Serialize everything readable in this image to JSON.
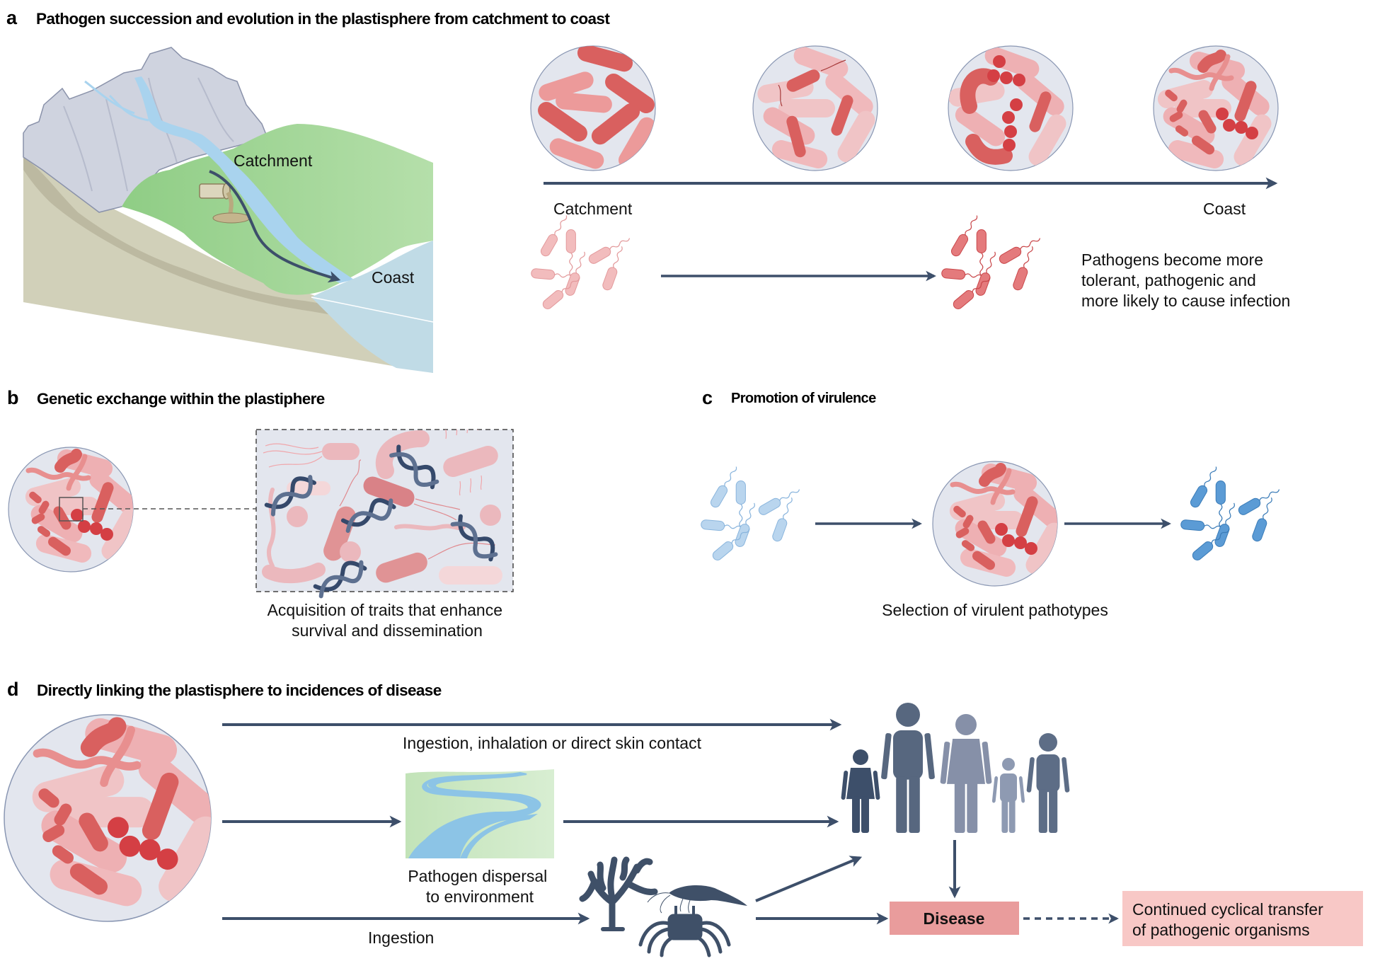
{
  "colors": {
    "arrow": "#3d4f6a",
    "petri_bg": "#e3e6ee",
    "petri_border": "#8a97b3",
    "bacteria_dark": "#d9605f",
    "bacteria_mid": "#e88f8f",
    "bacteria_light": "#f0b9bc",
    "bacteria_blue_light": "#a9cbe8",
    "bacteria_blue_dark": "#4f90c8",
    "dna": "#4a5c7c",
    "disease_box": "#e99c9c",
    "cyclical_box": "#f8c8c6",
    "people": [
      "#3d4f6a",
      "#57677f",
      "#8690a8",
      "#8e9ab2",
      "#5d6d86"
    ]
  },
  "panel_a": {
    "letter": "a",
    "title": "Pathogen succession and evolution in the plastisphere from catchment to coast",
    "map": {
      "catchment_label": "Catchment",
      "coast_label": "Coast",
      "icons": [
        "mountain-icon",
        "river-icon",
        "outflow-pipe-icon",
        "sea-icon"
      ]
    },
    "timeline": {
      "start_label": "Catchment",
      "end_label": "Coast",
      "stages": [
        {
          "name": "stage-1",
          "description": "rod-shaped bacteria"
        },
        {
          "name": "stage-2",
          "description": "flagellated bacteria"
        },
        {
          "name": "stage-3",
          "description": "cocci chains"
        },
        {
          "name": "stage-4",
          "description": "mixed pathogenic community"
        }
      ]
    },
    "outcome_text_lines": [
      "Pathogens become more",
      "tolerant, pathogenic and",
      "more likely to cause infection"
    ]
  },
  "panel_b": {
    "letter": "b",
    "title": "Genetic exchange within the plastiphere",
    "caption_lines": [
      "Acquisition of traits that enhance",
      "survival and dissemination"
    ]
  },
  "panel_c": {
    "letter": "c",
    "title": "Promotion of virulence",
    "caption": "Selection of virulent pathotypes"
  },
  "panel_d": {
    "letter": "d",
    "title": "Directly linking the plastisphere to incidences of disease",
    "route_top_label": "Ingestion, inhalation or direct skin contact",
    "dispersal_label_lines": [
      "Pathogen dispersal",
      "to environment"
    ],
    "route_bottom_label": "Ingestion",
    "disease_label": "Disease",
    "cyclical_label_lines": [
      "Continued cyclical transfer",
      "of pathogenic organisms"
    ]
  }
}
